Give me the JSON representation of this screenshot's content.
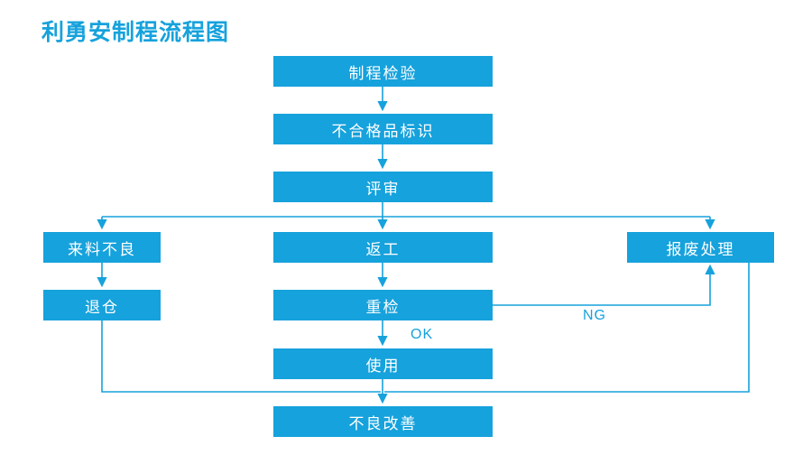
{
  "title": "利勇安制程流程图",
  "colors": {
    "accent": "#16A2DC",
    "node_fill": "#16A2DC",
    "node_text": "#FFFFFF"
  },
  "nodes": [
    {
      "id": "process-inspection",
      "label": "制程检验"
    },
    {
      "id": "nonconforming-marking",
      "label": "不合格品标识"
    },
    {
      "id": "review",
      "label": "评审"
    },
    {
      "id": "incoming-defect",
      "label": "来料不良"
    },
    {
      "id": "rework",
      "label": "返工"
    },
    {
      "id": "scrap-handling",
      "label": "报废处理"
    },
    {
      "id": "return-warehouse",
      "label": "退仓"
    },
    {
      "id": "recheck",
      "label": "重检"
    },
    {
      "id": "use",
      "label": "使用"
    },
    {
      "id": "defect-improvement",
      "label": "不良改善"
    }
  ],
  "edge_labels": {
    "ok": "OK",
    "ng": "NG"
  }
}
